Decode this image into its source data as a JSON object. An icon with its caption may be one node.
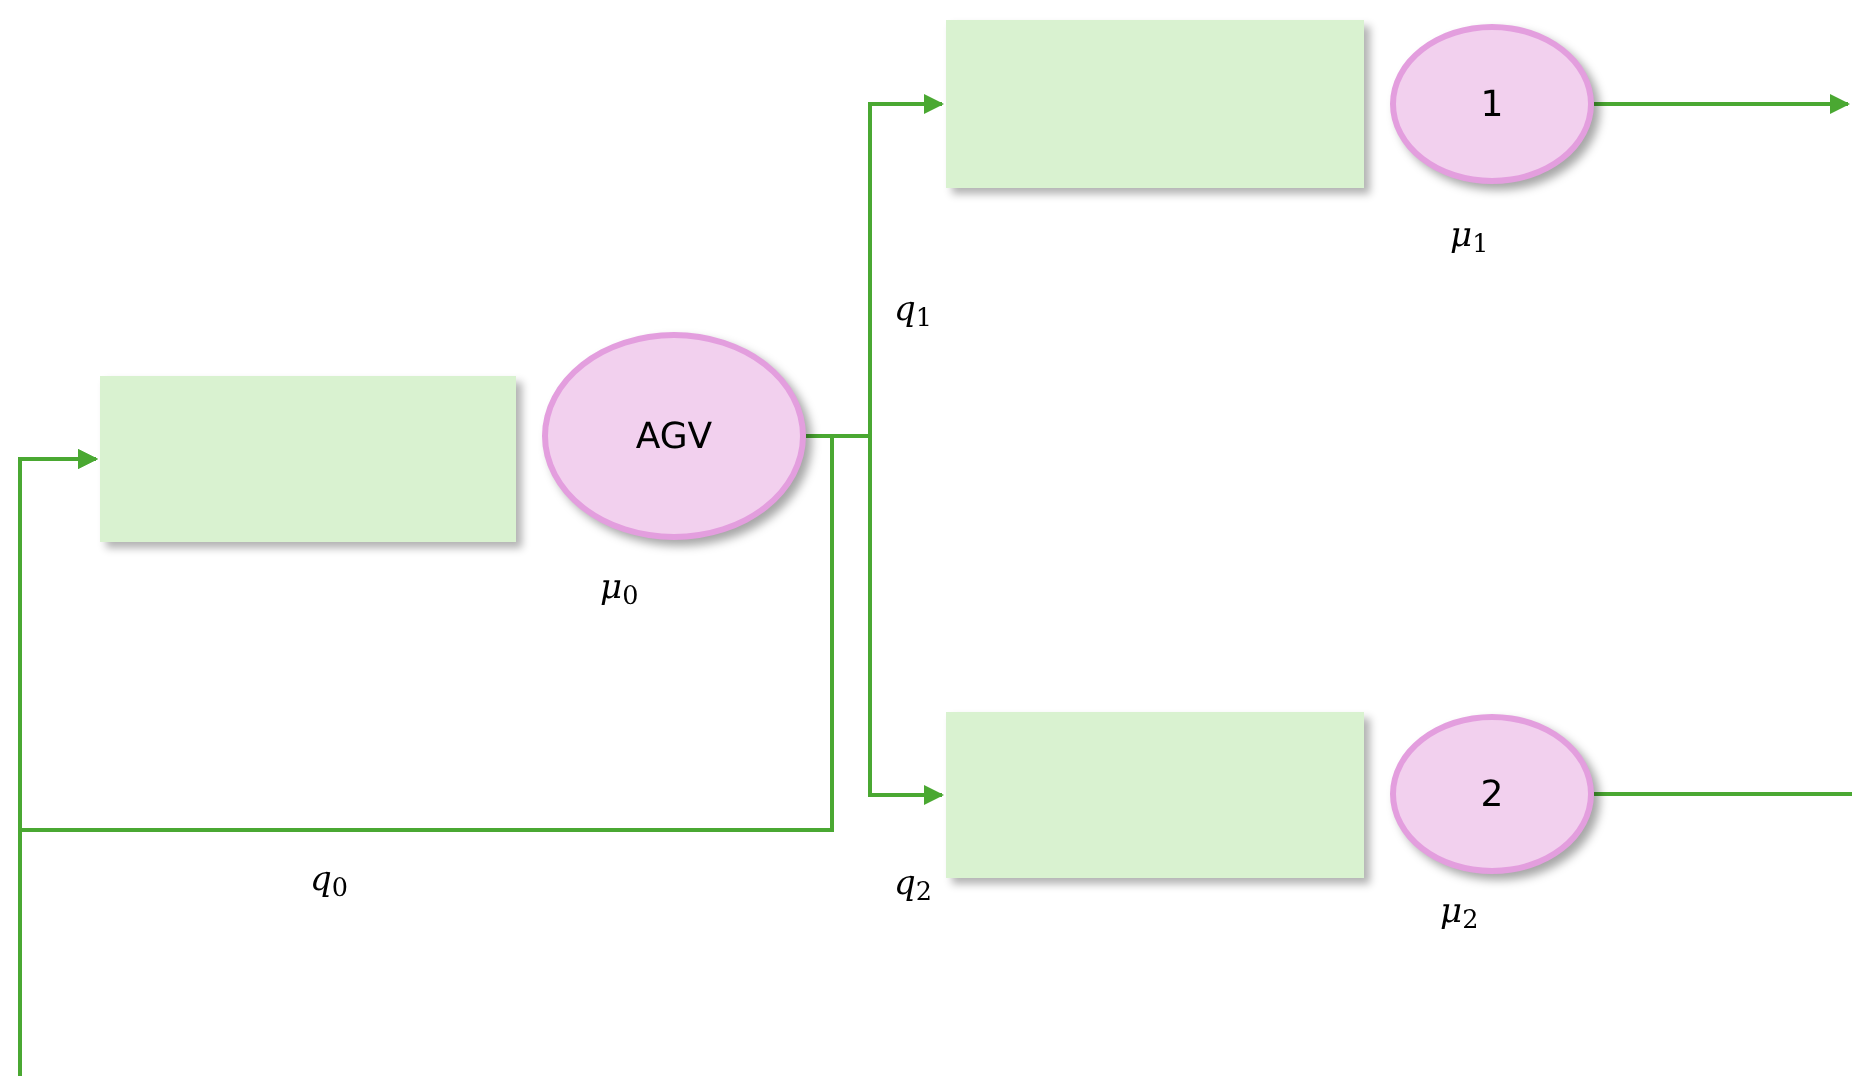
{
  "diagram": {
    "nodes": [
      {
        "text": [],
        "shape": "box"
      },
      {
        "text": [
          "AGV"
        ],
        "beside": [
          "*μ*$_{0}$"
        ]
      },
      {
        "text": [],
        "shape": "box"
      },
      {
        "text": [
          "1"
        ],
        "beside": [
          "*μ*$_{1}$"
        ]
      },
      {
        "text": [],
        "shape": "box"
      },
      {
        "text": [
          "2"
        ],
        "beside": [
          "*μ*$_{2}$"
        ]
      }
    ],
    "edges": [
      {
        "from": null,
        "to": 0,
        "arrow": "to"
      },
      {
        "from": 1,
        "to": 0,
        "arrow": "to",
        "label": "*q*$_{0}$"
      },
      {
        "from": 1,
        "to": 2,
        "arrow": "to",
        "label": "*q*$_{1}$"
      },
      {
        "from": 1,
        "to": 4,
        "arrow": "to",
        "label": "*q*$_{2}$"
      },
      {
        "from": 3,
        "to": null,
        "arrow": "to"
      },
      {
        "from": 5,
        "to": null,
        "arrow": "none"
      }
    ]
  }
}
